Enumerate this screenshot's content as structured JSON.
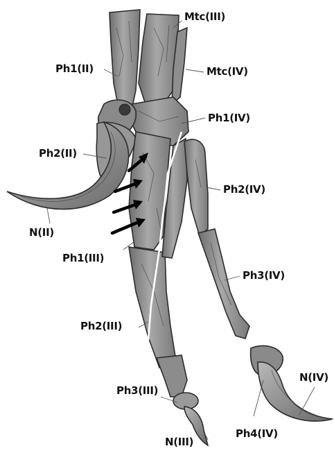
{
  "labels": {
    "mtc_iii": "Mtc(III)",
    "ph1_ii": "Ph1(II)",
    "mtc_iv": "Mtc(IV)",
    "ph1_iv": "Ph1(IV)",
    "ph2_ii": "Ph2(II)",
    "ph2_iv": "Ph2(IV)",
    "n_ii": "N(II)",
    "ph1_iii": "Ph1(III)",
    "ph3_iv": "Ph3(IV)",
    "ph2_iii": "Ph2(III)",
    "n_iv": "N(IV)",
    "ph3_iii": "Ph3(III)",
    "ph4_iv": "Ph4(IV)",
    "n_iii": "N(III)"
  },
  "colors": {
    "bone_fill": "#9a9a9a",
    "bone_dark": "#6e6e6e",
    "bone_light": "#c4c4c4",
    "arrow": "#000000",
    "fracture_line": "#ffffff"
  }
}
